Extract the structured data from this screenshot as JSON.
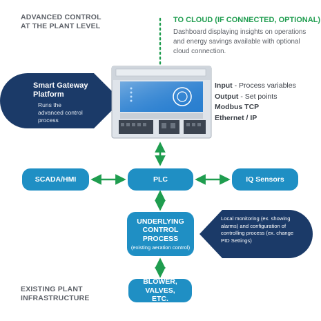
{
  "headers": {
    "top_left": "ADVANCED CONTROL\nAT THE PLANT LEVEL",
    "bottom_left": "EXISTING PLANT\nINFRASTRUCTURE"
  },
  "cloud": {
    "title": "TO CLOUD (IF CONNECTED, OPTIONAL)",
    "description": "Dashboard displaying insights on operations and energy savings available with optional cloud connection."
  },
  "gateway": {
    "title": "Smart Gateway Platform",
    "subtitle": "Runs the advanced control process"
  },
  "device_specs": [
    {
      "label": "Input",
      "detail": "- Process variables"
    },
    {
      "label": "Output",
      "detail": "- Set points"
    },
    {
      "label": "Modbus TCP",
      "detail": ""
    },
    {
      "label": "Ethernet / IP",
      "detail": ""
    }
  ],
  "nodes": {
    "scada": "SCADA/HMI",
    "plc": "PLC",
    "sensors": "IQ Sensors",
    "process_title": "UNDERLYING CONTROL PROCESS",
    "process_sub": "(existing aeration control)",
    "blower": "BLOWER, VALVES, ETC."
  },
  "monitoring_note": "Local monitoring (ex. showing alarms) and configuration of controlling process (ex. change PID Settings)",
  "colors": {
    "accent_green": "#1f9d4f",
    "node_blue": "#1f8fc4",
    "callout_navy": "#1b3a68",
    "header_gray": "#5d6168"
  }
}
